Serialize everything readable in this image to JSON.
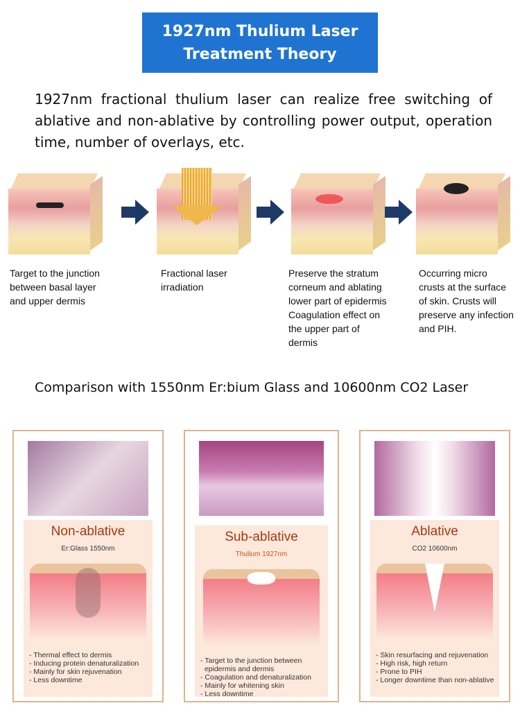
{
  "title": {
    "line1": "1927nm Thulium Laser",
    "line2": "Treatment Theory"
  },
  "intro": "1927nm fractional thulium laser can realize free switching of ablative and non-ablative by controlling power output, operation time, number of overlays, etc.",
  "steps": [
    {
      "caption": "Target to the junction between basal layer and upper dermis"
    },
    {
      "caption": "Fractional laser irradiation"
    },
    {
      "caption": "Preserve the stratum corneum and ablating lower part of epidermis Coagulation effect on the upper part of dermis"
    },
    {
      "caption": "Occurring micro crusts at the surface of skin. Crusts will preserve any infection and PIH."
    }
  ],
  "comparison_heading": "Comparison with 1550nm Er:bium Glass and 10600nm CO2 Laser",
  "cards": [
    {
      "title": "Non-ablative",
      "subtitle": "Er:Glass 1550nm",
      "bullets": [
        "- Thermal effect to dermis",
        "- Inducing protein denaturalization",
        "- Mainly for skin rejuvenation",
        "- Less downtime"
      ]
    },
    {
      "title": "Sub-ablative",
      "subtitle": "Thulium 1927nm",
      "bullets": [
        "- Target to the junction between",
        "  epidermis and dermis",
        "- Coagulation and denaturalization",
        "- Mainly for whitening skin",
        "- Less downtime"
      ]
    },
    {
      "title": "Ablative",
      "subtitle": "CO2 10600nm",
      "bullets": [
        "- Skin resurfacing and rejuvenation",
        "- High risk, high return",
        "- Prone to PIH",
        "- Longer downtime than non-ablative"
      ]
    }
  ],
  "colors": {
    "title_bg": "#1f74d2",
    "arrow": "#1d3a66",
    "card_border": "#dcb48f",
    "card_title": "#a33a12",
    "panel": "#fde8dc"
  }
}
